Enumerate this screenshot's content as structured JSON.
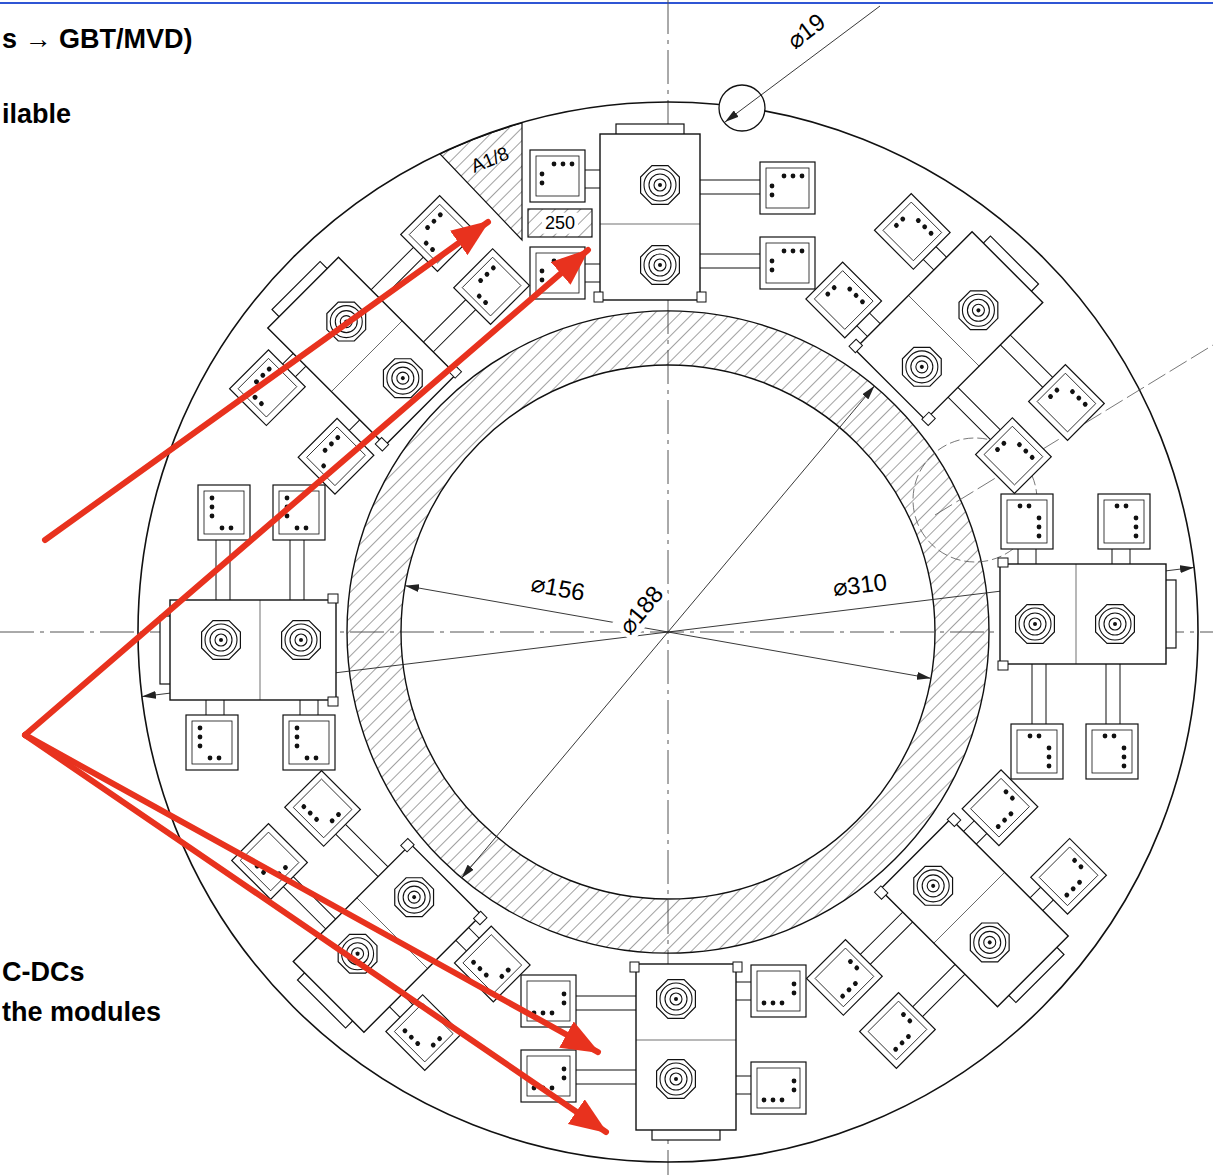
{
  "diagram": {
    "labels": [
      "s → GBT/MVD)",
      "ilable",
      "C-DCs",
      "the modules",
      "⌀19",
      "A1/8",
      "250",
      "⌀156",
      "⌀188",
      "⌀310"
    ]
  }
}
